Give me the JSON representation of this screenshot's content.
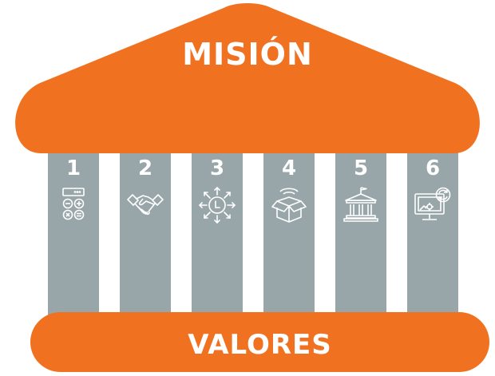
{
  "roof": {
    "label": "MISIÓN"
  },
  "base": {
    "label": "VALORES"
  },
  "pillars": [
    {
      "number": "1",
      "icon": "calculator-icon"
    },
    {
      "number": "2",
      "icon": "handshake-icon"
    },
    {
      "number": "3",
      "icon": "time-compass-icon"
    },
    {
      "number": "4",
      "icon": "open-box-icon"
    },
    {
      "number": "5",
      "icon": "bank-building-icon"
    },
    {
      "number": "6",
      "icon": "monitor-settings-icon"
    }
  ],
  "colors": {
    "accent": "#f07221",
    "pillar": "#98a6aa",
    "text": "#ffffff"
  }
}
